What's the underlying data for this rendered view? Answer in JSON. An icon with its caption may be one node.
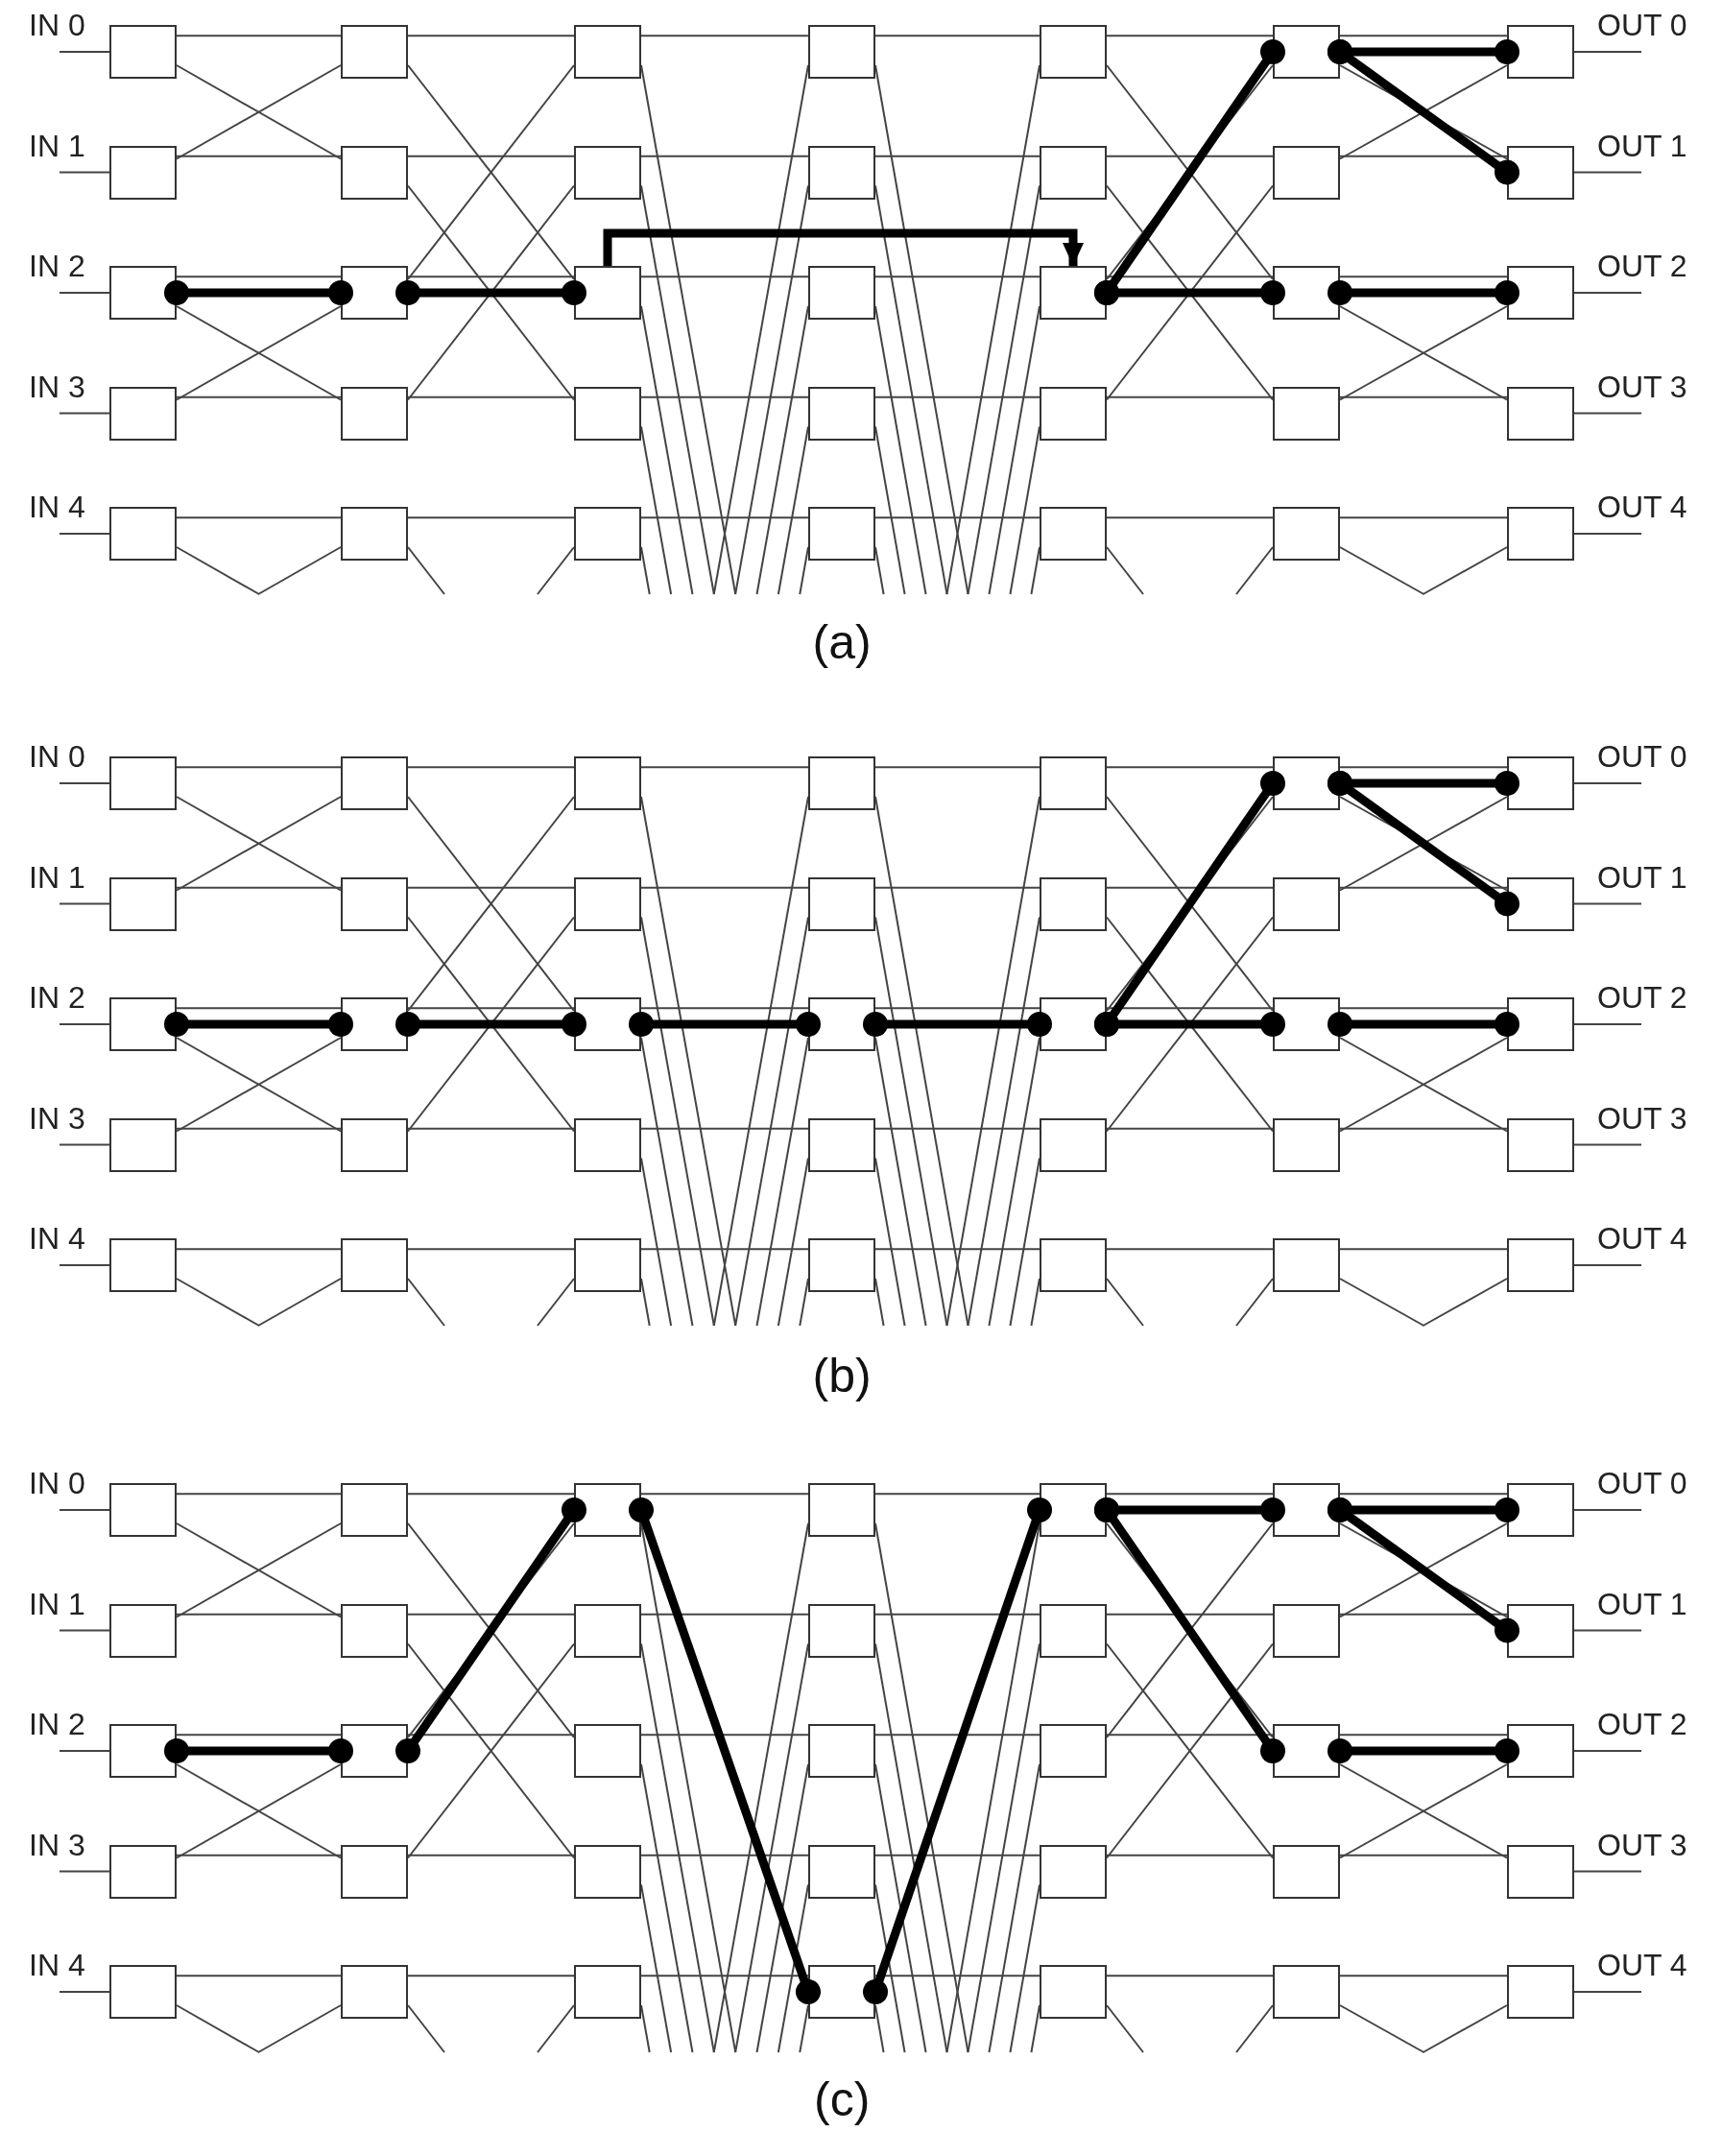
{
  "diagram": {
    "nodes": [
      {
        "text": [],
        "shape": "box",
        "beside": [
          "IN 0"
        ]
      },
      {
        "text": [],
        "shape": "box"
      },
      {
        "text": [],
        "shape": "box"
      },
      {
        "text": [],
        "shape": "box"
      },
      {
        "text": [],
        "shape": "box"
      },
      {
        "text": [],
        "shape": "box"
      },
      {
        "text": [],
        "shape": "box",
        "beside": [
          "OUT 0"
        ]
      },
      {
        "text": [],
        "shape": "box",
        "beside": [
          "IN 1"
        ]
      },
      {
        "text": [],
        "shape": "box"
      },
      {
        "text": [],
        "shape": "box"
      },
      {
        "text": [],
        "shape": "box"
      },
      {
        "text": [],
        "shape": "box"
      },
      {
        "text": [],
        "shape": "box"
      },
      {
        "text": [],
        "shape": "box",
        "beside": [
          "OUT 1"
        ]
      },
      {
        "text": [],
        "shape": "box",
        "beside": [
          "IN 2"
        ]
      },
      {
        "text": [],
        "shape": "box"
      },
      {
        "text": [],
        "shape": "box"
      },
      {
        "text": [],
        "shape": "box"
      },
      {
        "text": [],
        "shape": "box"
      },
      {
        "text": [],
        "shape": "box"
      },
      {
        "text": [],
        "shape": "box",
        "beside": [
          "OUT 2"
        ]
      },
      {
        "text": [],
        "shape": "box",
        "beside": [
          "IN 3"
        ]
      },
      {
        "text": [],
        "shape": "box"
      },
      {
        "text": [],
        "shape": "box"
      },
      {
        "text": [],
        "shape": "box"
      },
      {
        "text": [],
        "shape": "box"
      },
      {
        "text": [],
        "shape": "box"
      },
      {
        "text": [],
        "shape": "box",
        "beside": [
          "OUT 3"
        ]
      },
      {
        "text": [],
        "shape": "box",
        "beside": [
          "IN 4"
        ]
      },
      {
        "text": [],
        "shape": "box"
      },
      {
        "text": [],
        "shape": "box"
      },
      {
        "text": [],
        "shape": "box"
      },
      {
        "text": [],
        "shape": "box"
      },
      {
        "text": [],
        "shape": "box"
      },
      {
        "text": [],
        "shape": "box",
        "beside": [
          "OUT 4"
        ]
      },
      {
        "text": [],
        "shape": "box",
        "beside": [
          "IN 0"
        ]
      },
      {
        "text": [],
        "shape": "box"
      },
      {
        "text": [],
        "shape": "box"
      },
      {
        "text": [],
        "shape": "box"
      },
      {
        "text": [],
        "shape": "box"
      },
      {
        "text": [],
        "shape": "box"
      },
      {
        "text": [],
        "shape": "box",
        "beside": [
          "OUT 0"
        ]
      },
      {
        "text": [],
        "shape": "box",
        "beside": [
          "IN 1"
        ]
      },
      {
        "text": [],
        "shape": "box"
      },
      {
        "text": [],
        "shape": "box"
      },
      {
        "text": [],
        "shape": "box"
      },
      {
        "text": [],
        "shape": "box"
      },
      {
        "text": [],
        "shape": "box"
      },
      {
        "text": [],
        "shape": "box",
        "beside": [
          "OUT 1"
        ]
      },
      {
        "text": [],
        "shape": "box",
        "beside": [
          "IN 2"
        ]
      },
      {
        "text": [],
        "shape": "box"
      },
      {
        "text": [],
        "shape": "box"
      },
      {
        "text": [],
        "shape": "box"
      },
      {
        "text": [],
        "shape": "box"
      },
      {
        "text": [],
        "shape": "box"
      },
      {
        "text": [],
        "shape": "box",
        "beside": [
          "OUT 2"
        ]
      },
      {
        "text": [],
        "shape": "box",
        "beside": [
          "IN 3"
        ]
      },
      {
        "text": [],
        "shape": "box"
      },
      {
        "text": [],
        "shape": "box"
      },
      {
        "text": [],
        "shape": "box"
      },
      {
        "text": [],
        "shape": "box"
      },
      {
        "text": [],
        "shape": "box"
      },
      {
        "text": [],
        "shape": "box",
        "beside": [
          "OUT 3"
        ]
      },
      {
        "text": [],
        "shape": "box",
        "beside": [
          "IN 4"
        ]
      },
      {
        "text": [],
        "shape": "box"
      },
      {
        "text": [],
        "shape": "box"
      },
      {
        "text": [],
        "shape": "box"
      },
      {
        "text": [],
        "shape": "box"
      },
      {
        "text": [],
        "shape": "box"
      },
      {
        "text": [],
        "shape": "box",
        "beside": [
          "OUT 4"
        ]
      },
      {
        "text": [],
        "shape": "box",
        "beside": [
          "IN 0"
        ]
      },
      {
        "text": [],
        "shape": "box"
      },
      {
        "text": [],
        "shape": "box"
      },
      {
        "text": [],
        "shape": "box"
      },
      {
        "text": [],
        "shape": "box"
      },
      {
        "text": [],
        "shape": "box"
      },
      {
        "text": [],
        "shape": "box",
        "beside": [
          "OUT 0"
        ]
      },
      {
        "text": [],
        "shape": "box",
        "beside": [
          "IN 1"
        ]
      },
      {
        "text": [],
        "shape": "box"
      },
      {
        "text": [],
        "shape": "box"
      },
      {
        "text": [],
        "shape": "box"
      },
      {
        "text": [],
        "shape": "box"
      },
      {
        "text": [],
        "shape": "box"
      },
      {
        "text": [],
        "shape": "box",
        "beside": [
          "OUT 1"
        ]
      },
      {
        "text": [],
        "shape": "box",
        "beside": [
          "IN 2"
        ]
      },
      {
        "text": [],
        "shape": "box"
      },
      {
        "text": [],
        "shape": "box"
      },
      {
        "text": [],
        "shape": "box"
      },
      {
        "text": [],
        "shape": "box"
      },
      {
        "text": [],
        "shape": "box"
      },
      {
        "text": [],
        "shape": "box",
        "beside": [
          "OUT 2"
        ]
      },
      {
        "text": [],
        "shape": "box",
        "beside": [
          "IN 3"
        ]
      },
      {
        "text": [],
        "shape": "box"
      },
      {
        "text": [],
        "shape": "box"
      },
      {
        "text": [],
        "shape": "box"
      },
      {
        "text": [],
        "shape": "box"
      },
      {
        "text": [],
        "shape": "box"
      },
      {
        "text": [],
        "shape": "box",
        "beside": [
          "OUT 3"
        ]
      },
      {
        "text": [],
        "shape": "box",
        "beside": [
          "IN 4"
        ]
      },
      {
        "text": [],
        "shape": "box"
      },
      {
        "text": [],
        "shape": "box"
      },
      {
        "text": [],
        "shape": "box"
      },
      {
        "text": [],
        "shape": "box"
      },
      {
        "text": [],
        "shape": "box"
      },
      {
        "text": [],
        "shape": "box",
        "beside": [
          "OUT 4"
        ]
      }
    ],
    "edges": [
      {
        "from": 0,
        "to": 1,
        "arrow": "none"
      },
      {
        "from": 7,
        "to": 8,
        "arrow": "none"
      },
      {
        "from": 14,
        "to": 15,
        "arrow": "none"
      },
      {
        "from": 21,
        "to": 22,
        "arrow": "none"
      },
      {
        "from": 28,
        "to": 29,
        "arrow": "none"
      },
      {
        "from": 0,
        "to": 8,
        "arrow": "none"
      },
      {
        "from": 7,
        "to": 1,
        "arrow": "none"
      },
      {
        "from": 14,
        "to": 22,
        "arrow": "none"
      },
      {
        "from": 21,
        "to": 15,
        "arrow": "none"
      },
      {
        "from": 28,
        "to": null,
        "arrow": "none"
      },
      {
        "from": null,
        "to": 29,
        "arrow": "none"
      },
      {
        "from": 1,
        "to": 2,
        "arrow": "none"
      },
      {
        "from": 8,
        "to": 9,
        "arrow": "none"
      },
      {
        "from": 15,
        "to": 16,
        "arrow": "none"
      },
      {
        "from": 22,
        "to": 23,
        "arrow": "none"
      },
      {
        "from": 29,
        "to": 30,
        "arrow": "none"
      },
      {
        "from": 1,
        "to": 16,
        "arrow": "none"
      },
      {
        "from": 8,
        "to": 23,
        "arrow": "none"
      },
      {
        "from": 15,
        "to": 2,
        "arrow": "none"
      },
      {
        "from": 22,
        "to": 9,
        "arrow": "none"
      },
      {
        "from": 29,
        "to": null,
        "arrow": "none"
      },
      {
        "from": null,
        "to": 30,
        "arrow": "none"
      },
      {
        "from": 2,
        "to": 3,
        "arrow": "none"
      },
      {
        "from": 9,
        "to": 10,
        "arrow": "none"
      },
      {
        "from": 16,
        "to": 17,
        "arrow": "none"
      },
      {
        "from": 23,
        "to": 24,
        "arrow": "none"
      },
      {
        "from": 30,
        "to": 31,
        "arrow": "none"
      },
      {
        "from": 2,
        "to": null,
        "arrow": "none"
      },
      {
        "from": 9,
        "to": null,
        "arrow": "none"
      },
      {
        "from": 16,
        "to": null,
        "arrow": "none"
      },
      {
        "from": 23,
        "to": null,
        "arrow": "none"
      },
      {
        "from": 30,
        "to": null,
        "arrow": "none"
      },
      {
        "from": null,
        "to": 3,
        "arrow": "none"
      },
      {
        "from": null,
        "to": 10,
        "arrow": "none"
      },
      {
        "from": null,
        "to": 17,
        "arrow": "none"
      },
      {
        "from": null,
        "to": 24,
        "arrow": "none"
      },
      {
        "from": null,
        "to": 31,
        "arrow": "none"
      },
      {
        "from": 3,
        "to": 4,
        "arrow": "none"
      },
      {
        "from": 10,
        "to": 11,
        "arrow": "none"
      },
      {
        "from": 17,
        "to": 18,
        "arrow": "none"
      },
      {
        "from": 24,
        "to": 25,
        "arrow": "none"
      },
      {
        "from": 31,
        "to": 32,
        "arrow": "none"
      },
      {
        "from": 3,
        "to": null,
        "arrow": "none"
      },
      {
        "from": 10,
        "to": null,
        "arrow": "none"
      },
      {
        "from": 17,
        "to": null,
        "arrow": "none"
      },
      {
        "from": 24,
        "to": null,
        "arrow": "none"
      },
      {
        "from": 31,
        "to": null,
        "arrow": "none"
      },
      {
        "from": null,
        "to": 4,
        "arrow": "none"
      },
      {
        "from": null,
        "to": 11,
        "arrow": "none"
      },
      {
        "from": null,
        "to": 18,
        "arrow": "none"
      },
      {
        "from": null,
        "to": 25,
        "arrow": "none"
      },
      {
        "from": null,
        "to": 32,
        "arrow": "none"
      },
      {
        "from": 4,
        "to": 5,
        "arrow": "none"
      },
      {
        "from": 11,
        "to": 12,
        "arrow": "none"
      },
      {
        "from": 18,
        "to": 19,
        "arrow": "none"
      },
      {
        "from": 25,
        "to": 26,
        "arrow": "none"
      },
      {
        "from": 32,
        "to": 33,
        "arrow": "none"
      },
      {
        "from": 4,
        "to": 19,
        "arrow": "none"
      },
      {
        "from": 11,
        "to": 26,
        "arrow": "none"
      },
      {
        "from": 18,
        "to": 5,
        "arrow": "none"
      },
      {
        "from": 25,
        "to": 12,
        "arrow": "none"
      },
      {
        "from": 32,
        "to": null,
        "arrow": "none"
      },
      {
        "from": null,
        "to": 33,
        "arrow": "none"
      },
      {
        "from": 5,
        "to": 6,
        "arrow": "none"
      },
      {
        "from": 12,
        "to": 13,
        "arrow": "none"
      },
      {
        "from": 19,
        "to": 20,
        "arrow": "none"
      },
      {
        "from": 26,
        "to": 27,
        "arrow": "none"
      },
      {
        "from": 33,
        "to": 34,
        "arrow": "none"
      },
      {
        "from": 5,
        "to": 13,
        "arrow": "none"
      },
      {
        "from": 12,
        "to": 6,
        "arrow": "none"
      },
      {
        "from": 19,
        "to": 27,
        "arrow": "none"
      },
      {
        "from": 26,
        "to": 20,
        "arrow": "none"
      },
      {
        "from": 33,
        "to": null,
        "arrow": "none"
      },
      {
        "from": null,
        "to": 34,
        "arrow": "none"
      },
      {
        "from": 14,
        "to": 15,
        "arrow": "other",
        "style": "thick"
      },
      {
        "from": 15,
        "to": 16,
        "arrow": "other",
        "style": "thick"
      },
      {
        "from": 16,
        "to": 18,
        "arrow": "to",
        "style": "thick"
      },
      {
        "from": 18,
        "to": 5,
        "arrow": "other",
        "style": "thick"
      },
      {
        "from": 18,
        "to": 19,
        "arrow": "other",
        "style": "thick"
      },
      {
        "from": 5,
        "to": 6,
        "arrow": "other",
        "style": "thick"
      },
      {
        "from": 5,
        "to": 13,
        "arrow": "other",
        "style": "thick"
      },
      {
        "from": 19,
        "to": 20,
        "arrow": "other",
        "style": "thick"
      },
      {
        "from": 35,
        "to": 36,
        "arrow": "none"
      },
      {
        "from": 42,
        "to": 43,
        "arrow": "none"
      },
      {
        "from": 49,
        "to": 50,
        "arrow": "none"
      },
      {
        "from": 56,
        "to": 57,
        "arrow": "none"
      },
      {
        "from": 63,
        "to": 64,
        "arrow": "none"
      },
      {
        "from": 35,
        "to": 43,
        "arrow": "none"
      },
      {
        "from": 42,
        "to": 36,
        "arrow": "none"
      },
      {
        "from": 49,
        "to": 57,
        "arrow": "none"
      },
      {
        "from": 56,
        "to": 50,
        "arrow": "none"
      },
      {
        "from": 63,
        "to": null,
        "arrow": "none"
      },
      {
        "from": null,
        "to": 64,
        "arrow": "none"
      },
      {
        "from": 36,
        "to": 37,
        "arrow": "none"
      },
      {
        "from": 43,
        "to": 44,
        "arrow": "none"
      },
      {
        "from": 50,
        "to": 51,
        "arrow": "none"
      },
      {
        "from": 57,
        "to": 58,
        "arrow": "none"
      },
      {
        "from": 64,
        "to": 65,
        "arrow": "none"
      },
      {
        "from": 36,
        "to": 51,
        "arrow": "none"
      },
      {
        "from": 43,
        "to": 58,
        "arrow": "none"
      },
      {
        "from": 50,
        "to": 37,
        "arrow": "none"
      },
      {
        "from": 57,
        "to": 44,
        "arrow": "none"
      },
      {
        "from": 64,
        "to": null,
        "arrow": "none"
      },
      {
        "from": null,
        "to": 65,
        "arrow": "none"
      },
      {
        "from": 37,
        "to": 38,
        "arrow": "none"
      },
      {
        "from": 44,
        "to": 45,
        "arrow": "none"
      },
      {
        "from": 51,
        "to": 52,
        "arrow": "none"
      },
      {
        "from": 58,
        "to": 59,
        "arrow": "none"
      },
      {
        "from": 65,
        "to": 66,
        "arrow": "none"
      },
      {
        "from": 37,
        "to": null,
        "arrow": "none"
      },
      {
        "from": 44,
        "to": null,
        "arrow": "none"
      },
      {
        "from": 51,
        "to": null,
        "arrow": "none"
      },
      {
        "from": 58,
        "to": null,
        "arrow": "none"
      },
      {
        "from": 65,
        "to": null,
        "arrow": "none"
      },
      {
        "from": null,
        "to": 38,
        "arrow": "none"
      },
      {
        "from": null,
        "to": 45,
        "arrow": "none"
      },
      {
        "from": null,
        "to": 52,
        "arrow": "none"
      },
      {
        "from": null,
        "to": 59,
        "arrow": "none"
      },
      {
        "from": null,
        "to": 66,
        "arrow": "none"
      },
      {
        "from": 38,
        "to": 39,
        "arrow": "none"
      },
      {
        "from": 45,
        "to": 46,
        "arrow": "none"
      },
      {
        "from": 52,
        "to": 53,
        "arrow": "none"
      },
      {
        "from": 59,
        "to": 60,
        "arrow": "none"
      },
      {
        "from": 66,
        "to": 67,
        "arrow": "none"
      },
      {
        "from": 38,
        "to": null,
        "arrow": "none"
      },
      {
        "from": 45,
        "to": null,
        "arrow": "none"
      },
      {
        "from": 52,
        "to": null,
        "arrow": "none"
      },
      {
        "from": 59,
        "to": null,
        "arrow": "none"
      },
      {
        "from": 66,
        "to": null,
        "arrow": "none"
      },
      {
        "from": null,
        "to": 39,
        "arrow": "none"
      },
      {
        "from": null,
        "to": 46,
        "arrow": "none"
      },
      {
        "from": null,
        "to": 53,
        "arrow": "none"
      },
      {
        "from": null,
        "to": 60,
        "arrow": "none"
      },
      {
        "from": null,
        "to": 67,
        "arrow": "none"
      },
      {
        "from": 39,
        "to": 40,
        "arrow": "none"
      },
      {
        "from": 46,
        "to": 47,
        "arrow": "none"
      },
      {
        "from": 53,
        "to": 54,
        "arrow": "none"
      },
      {
        "from": 60,
        "to": 61,
        "arrow": "none"
      },
      {
        "from": 67,
        "to": 68,
        "arrow": "none"
      },
      {
        "from": 39,
        "to": 54,
        "arrow": "none"
      },
      {
        "from": 46,
        "to": 61,
        "arrow": "none"
      },
      {
        "from": 53,
        "to": 40,
        "arrow": "none"
      },
      {
        "from": 60,
        "to": 47,
        "arrow": "none"
      },
      {
        "from": 67,
        "to": null,
        "arrow": "none"
      },
      {
        "from": null,
        "to": 68,
        "arrow": "none"
      },
      {
        "from": 40,
        "to": 41,
        "arrow": "none"
      },
      {
        "from": 47,
        "to": 48,
        "arrow": "none"
      },
      {
        "from": 54,
        "to": 55,
        "arrow": "none"
      },
      {
        "from": 61,
        "to": 62,
        "arrow": "none"
      },
      {
        "from": 68,
        "to": 69,
        "arrow": "none"
      },
      {
        "from": 40,
        "to": 48,
        "arrow": "none"
      },
      {
        "from": 47,
        "to": 41,
        "arrow": "none"
      },
      {
        "from": 54,
        "to": 62,
        "arrow": "none"
      },
      {
        "from": 61,
        "to": 55,
        "arrow": "none"
      },
      {
        "from": 68,
        "to": null,
        "arrow": "none"
      },
      {
        "from": null,
        "to": 69,
        "arrow": "none"
      },
      {
        "from": 49,
        "to": 50,
        "arrow": "other",
        "style": "thick"
      },
      {
        "from": 50,
        "to": 51,
        "arrow": "other",
        "style": "thick"
      },
      {
        "from": 51,
        "to": 52,
        "arrow": "other",
        "style": "thick"
      },
      {
        "from": 52,
        "to": 53,
        "arrow": "other",
        "style": "thick"
      },
      {
        "from": 53,
        "to": 40,
        "arrow": "other",
        "style": "thick"
      },
      {
        "from": 53,
        "to": 54,
        "arrow": "other",
        "style": "thick"
      },
      {
        "from": 40,
        "to": 41,
        "arrow": "other",
        "style": "thick"
      },
      {
        "from": 40,
        "to": 48,
        "arrow": "other",
        "style": "thick"
      },
      {
        "from": 54,
        "to": 55,
        "arrow": "other",
        "style": "thick"
      },
      {
        "from": 70,
        "to": 71,
        "arrow": "none"
      },
      {
        "from": 77,
        "to": 78,
        "arrow": "none"
      },
      {
        "from": 84,
        "to": 85,
        "arrow": "none"
      },
      {
        "from": 91,
        "to": 92,
        "arrow": "none"
      },
      {
        "from": 98,
        "to": 99,
        "arrow": "none"
      },
      {
        "from": 70,
        "to": 78,
        "arrow": "none"
      },
      {
        "from": 77,
        "to": 71,
        "arrow": "none"
      },
      {
        "from": 84,
        "to": 92,
        "arrow": "none"
      },
      {
        "from": 91,
        "to": 85,
        "arrow": "none"
      },
      {
        "from": 98,
        "to": null,
        "arrow": "none"
      },
      {
        "from": null,
        "to": 99,
        "arrow": "none"
      },
      {
        "from": 71,
        "to": 72,
        "arrow": "none"
      },
      {
        "from": 78,
        "to": 79,
        "arrow": "none"
      },
      {
        "from": 85,
        "to": 86,
        "arrow": "none"
      },
      {
        "from": 92,
        "to": 93,
        "arrow": "none"
      },
      {
        "from": 99,
        "to": 100,
        "arrow": "none"
      },
      {
        "from": 71,
        "to": 86,
        "arrow": "none"
      },
      {
        "from": 78,
        "to": 93,
        "arrow": "none"
      },
      {
        "from": 85,
        "to": 72,
        "arrow": "none"
      },
      {
        "from": 92,
        "to": 79,
        "arrow": "none"
      },
      {
        "from": 99,
        "to": null,
        "arrow": "none"
      },
      {
        "from": null,
        "to": 100,
        "arrow": "none"
      },
      {
        "from": 72,
        "to": 73,
        "arrow": "none"
      },
      {
        "from": 79,
        "to": 80,
        "arrow": "none"
      },
      {
        "from": 86,
        "to": 87,
        "arrow": "none"
      },
      {
        "from": 93,
        "to": 94,
        "arrow": "none"
      },
      {
        "from": 100,
        "to": 101,
        "arrow": "none"
      },
      {
        "from": 72,
        "to": null,
        "arrow": "none"
      },
      {
        "from": 79,
        "to": null,
        "arrow": "none"
      },
      {
        "from": 86,
        "to": null,
        "arrow": "none"
      },
      {
        "from": 93,
        "to": null,
        "arrow": "none"
      },
      {
        "from": 100,
        "to": null,
        "arrow": "none"
      },
      {
        "from": null,
        "to": 73,
        "arrow": "none"
      },
      {
        "from": null,
        "to": 80,
        "arrow": "none"
      },
      {
        "from": null,
        "to": 87,
        "arrow": "none"
      },
      {
        "from": null,
        "to": 94,
        "arrow": "none"
      },
      {
        "from": null,
        "to": 101,
        "arrow": "none"
      },
      {
        "from": 73,
        "to": 74,
        "arrow": "none"
      },
      {
        "from": 80,
        "to": 81,
        "arrow": "none"
      },
      {
        "from": 87,
        "to": 88,
        "arrow": "none"
      },
      {
        "from": 94,
        "to": 95,
        "arrow": "none"
      },
      {
        "from": 101,
        "to": 102,
        "arrow": "none"
      },
      {
        "from": 73,
        "to": null,
        "arrow": "none"
      },
      {
        "from": 80,
        "to": null,
        "arrow": "none"
      },
      {
        "from": 87,
        "to": null,
        "arrow": "none"
      },
      {
        "from": 94,
        "to": null,
        "arrow": "none"
      },
      {
        "from": 101,
        "to": null,
        "arrow": "none"
      },
      {
        "from": null,
        "to": 74,
        "arrow": "none"
      },
      {
        "from": null,
        "to": 81,
        "arrow": "none"
      },
      {
        "from": null,
        "to": 88,
        "arrow": "none"
      },
      {
        "from": null,
        "to": 95,
        "arrow": "none"
      },
      {
        "from": null,
        "to": 102,
        "arrow": "none"
      },
      {
        "from": 74,
        "to": 75,
        "arrow": "none"
      },
      {
        "from": 81,
        "to": 82,
        "arrow": "none"
      },
      {
        "from": 88,
        "to": 89,
        "arrow": "none"
      },
      {
        "from": 95,
        "to": 96,
        "arrow": "none"
      },
      {
        "from": 102,
        "to": 103,
        "arrow": "none"
      },
      {
        "from": 74,
        "to": 89,
        "arrow": "none"
      },
      {
        "from": 81,
        "to": 96,
        "arrow": "none"
      },
      {
        "from": 88,
        "to": 75,
        "arrow": "none"
      },
      {
        "from": 95,
        "to": 82,
        "arrow": "none"
      },
      {
        "from": 102,
        "to": null,
        "arrow": "none"
      },
      {
        "from": null,
        "to": 103,
        "arrow": "none"
      },
      {
        "from": 75,
        "to": 76,
        "arrow": "none"
      },
      {
        "from": 82,
        "to": 83,
        "arrow": "none"
      },
      {
        "from": 89,
        "to": 90,
        "arrow": "none"
      },
      {
        "from": 96,
        "to": 97,
        "arrow": "none"
      },
      {
        "from": 103,
        "to": 104,
        "arrow": "none"
      },
      {
        "from": 75,
        "to": 83,
        "arrow": "none"
      },
      {
        "from": 82,
        "to": 76,
        "arrow": "none"
      },
      {
        "from": 89,
        "to": 97,
        "arrow": "none"
      },
      {
        "from": 96,
        "to": 90,
        "arrow": "none"
      },
      {
        "from": 103,
        "to": null,
        "arrow": "none"
      },
      {
        "from": null,
        "to": 104,
        "arrow": "none"
      },
      {
        "from": 84,
        "to": 85,
        "arrow": "other",
        "style": "thick"
      },
      {
        "from": 85,
        "to": 72,
        "arrow": "other",
        "style": "thick"
      },
      {
        "from": 72,
        "to": 101,
        "arrow": "other",
        "style": "thick"
      },
      {
        "from": 101,
        "to": 74,
        "arrow": "other",
        "style": "thick"
      },
      {
        "from": 74,
        "to": 75,
        "arrow": "other",
        "style": "thick"
      },
      {
        "from": 74,
        "to": 89,
        "arrow": "other",
        "style": "thick"
      },
      {
        "from": 75,
        "to": 76,
        "arrow": "other",
        "style": "thick"
      },
      {
        "from": 75,
        "to": 83,
        "arrow": "other",
        "style": "thick"
      },
      {
        "from": 89,
        "to": 90,
        "arrow": "other",
        "style": "thick"
      }
    ],
    "labels": [
      "(a)",
      "(b)",
      "(c)"
    ]
  }
}
